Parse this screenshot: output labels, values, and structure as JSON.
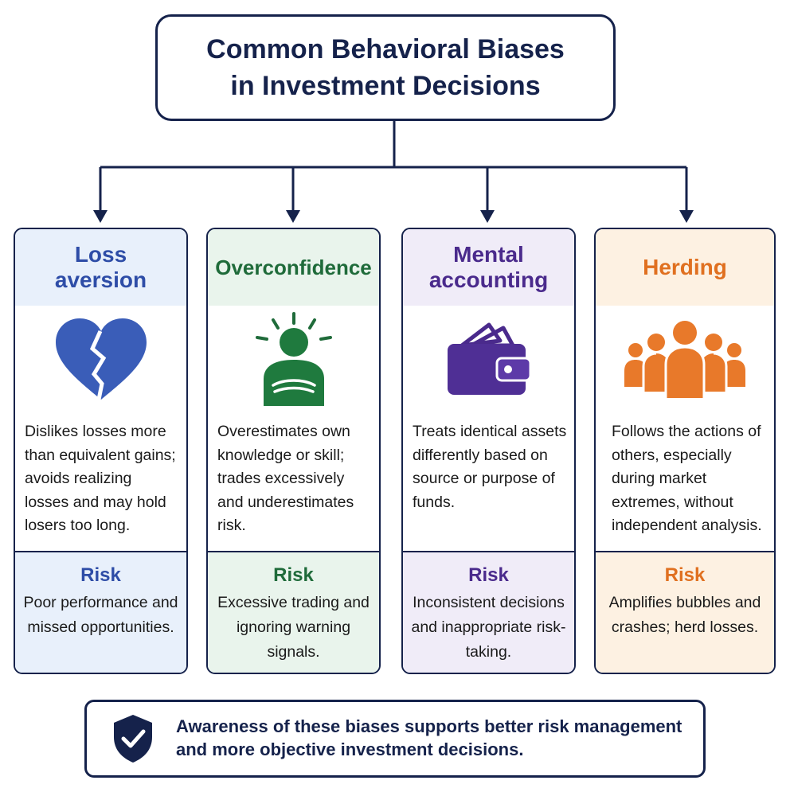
{
  "title": "Common Behavioral Biases\nin Investment Decisions",
  "cards": [
    {
      "title": "Loss\naversion",
      "icon": "broken-heart-icon",
      "color": "#2e4da7",
      "head_bg": "#e8f0fb",
      "description": "Dislikes losses more than equivalent gains; avoids realizing losses and may hold losers too long.",
      "risk_label": "Risk",
      "risk_text": "Poor performance and missed opportunities."
    },
    {
      "title": "Overconfidence",
      "icon": "confident-person-icon",
      "color": "#1f6b3a",
      "head_bg": "#e9f4ec",
      "description": "Overestimates own knowledge or skill; trades excessively and underestimates risk.",
      "risk_label": "Risk",
      "risk_text": "Excessive trading and ignoring warning signals."
    },
    {
      "title": "Mental\naccounting",
      "icon": "wallet-icon",
      "color": "#4a2a8c",
      "head_bg": "#f0ecf8",
      "description": "Treats identical assets differently based on source or purpose of funds.",
      "risk_label": "Risk",
      "risk_text": "Inconsistent decisions and inappropriate risk-taking."
    },
    {
      "title": "Herding",
      "icon": "crowd-icon",
      "color": "#e07020",
      "head_bg": "#fdf1e2",
      "description": "Follows the actions of others, especially during market extremes, without independent analysis.",
      "risk_label": "Risk",
      "risk_text": "Amplifies bubbles and crashes; herd losses."
    }
  ],
  "footer": {
    "icon": "shield-check-icon",
    "text": "Awareness of these biases supports better risk management\nand more objective investment decisions."
  },
  "colors": {
    "navy": "#15224b"
  }
}
